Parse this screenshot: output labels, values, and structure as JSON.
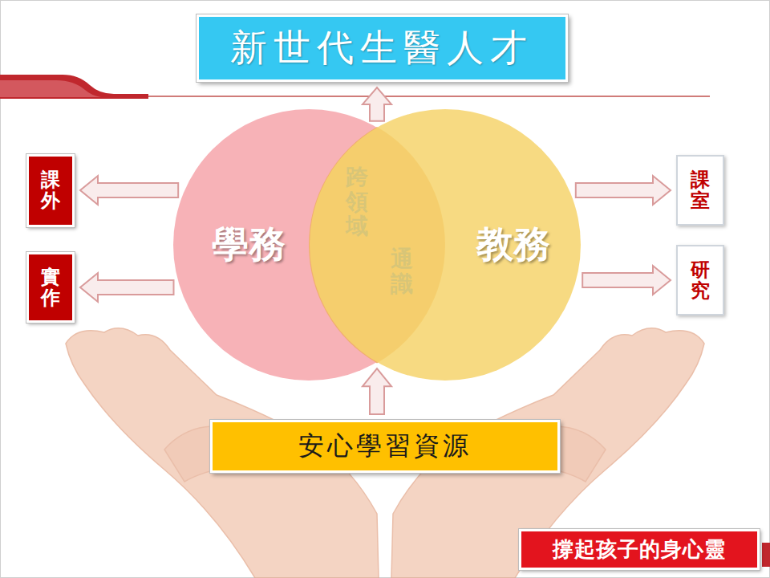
{
  "diagram": {
    "nodes": [
      {
        "text": [
          "新世代生醫人才"
        ]
      },
      {
        "text": [
          "課外"
        ]
      },
      {
        "text": [
          "實作"
        ]
      },
      {
        "text": [
          "學務"
        ]
      },
      {
        "text": [
          "跨領域",
          "通識"
        ]
      },
      {
        "text": [
          "教務"
        ]
      },
      {
        "text": [
          "課室"
        ]
      },
      {
        "text": [
          "研究"
        ]
      },
      {
        "text": [
          "安心學習資源"
        ]
      },
      {
        "text": [
          "撐起孩子的身心靈"
        ]
      }
    ],
    "edges": [
      {
        "from": 3,
        "to": 1,
        "arrow": "to"
      },
      {
        "from": 3,
        "to": 2,
        "arrow": "to"
      },
      {
        "from": 5,
        "to": 6,
        "arrow": "to"
      },
      {
        "from": 5,
        "to": 7,
        "arrow": "to"
      },
      {
        "from": 4,
        "to": 0,
        "arrow": "to"
      },
      {
        "from": 8,
        "to": 4,
        "arrow": "to"
      }
    ]
  }
}
